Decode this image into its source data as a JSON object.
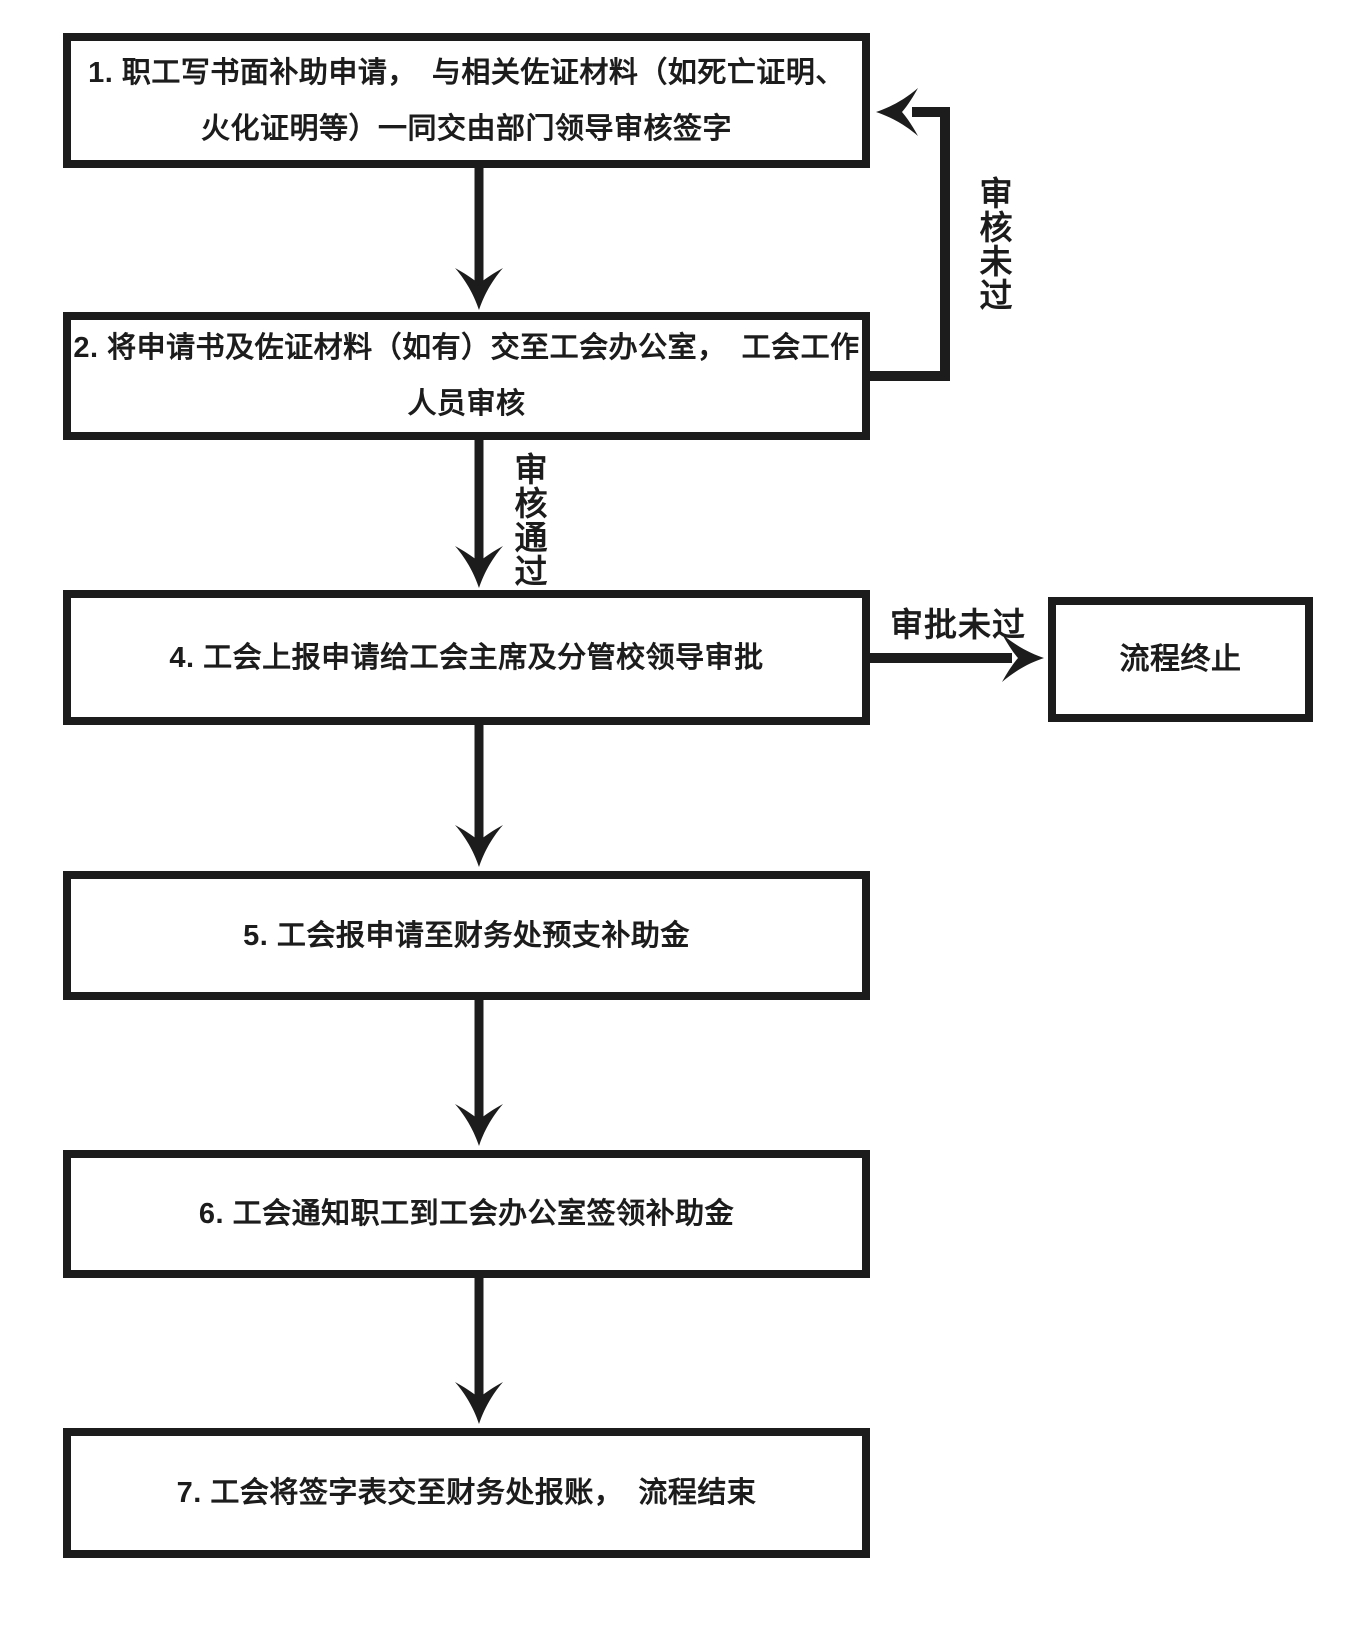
{
  "flowchart": {
    "background": "#ffffff",
    "line_color": "#1c1c1c",
    "text_color": "#1c1c1c",
    "nodes": [
      {
        "id": "step1",
        "lines": [
          "1. 职工写书面补助申请，　与相关佐证材料（如死亡证明、",
          "火化证明等）一同交由部门领导审核签字"
        ]
      },
      {
        "id": "step2",
        "lines": [
          "2. 将申请书及佐证材料（如有）交至工会办公室，　工会工作",
          "人员审核"
        ]
      },
      {
        "id": "step4",
        "lines": [
          "4. 工会上报申请给工会主席及分管校领导审批"
        ]
      },
      {
        "id": "step5",
        "lines": [
          "5. 工会报申请至财务处预支补助金"
        ]
      },
      {
        "id": "step6",
        "lines": [
          "6. 工会通知职工到工会办公室签领补助金"
        ]
      },
      {
        "id": "step7",
        "lines": [
          "7. 工会将签字表交至财务处报账，　流程结束"
        ]
      },
      {
        "id": "terminate",
        "lines": [
          "流程终止"
        ]
      }
    ],
    "edge_labels": {
      "review_failed": "审核未过",
      "review_passed": "审核通过",
      "approval_failed": "审批未过"
    }
  }
}
